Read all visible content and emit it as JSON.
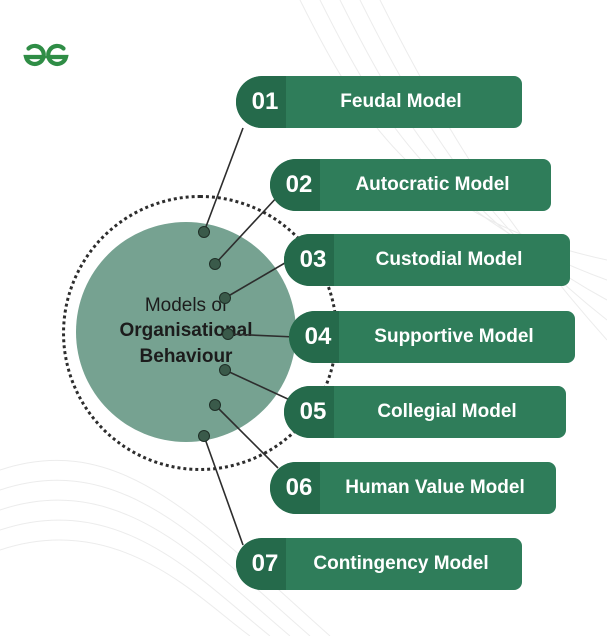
{
  "logo": {
    "icon": "gfg-logo-icon",
    "color": "#2f8d46"
  },
  "hub": {
    "line1": "Models of",
    "line2": "Organisational",
    "line3": "Behaviour",
    "fill": "#76a291"
  },
  "models": [
    {
      "num": "01",
      "label": "Feudal Model"
    },
    {
      "num": "02",
      "label": "Autocratic Model"
    },
    {
      "num": "03",
      "label": "Custodial Model"
    },
    {
      "num": "04",
      "label": "Supportive Model"
    },
    {
      "num": "05",
      "label": "Collegial Model"
    },
    {
      "num": "06",
      "label": "Human Value Model"
    },
    {
      "num": "07",
      "label": "Contingency Model"
    }
  ],
  "colors": {
    "pill": "#2f7d5a",
    "pill_dark": "#256a4b",
    "connector": "#2d2d2d",
    "dot": "#3a5a4a"
  }
}
